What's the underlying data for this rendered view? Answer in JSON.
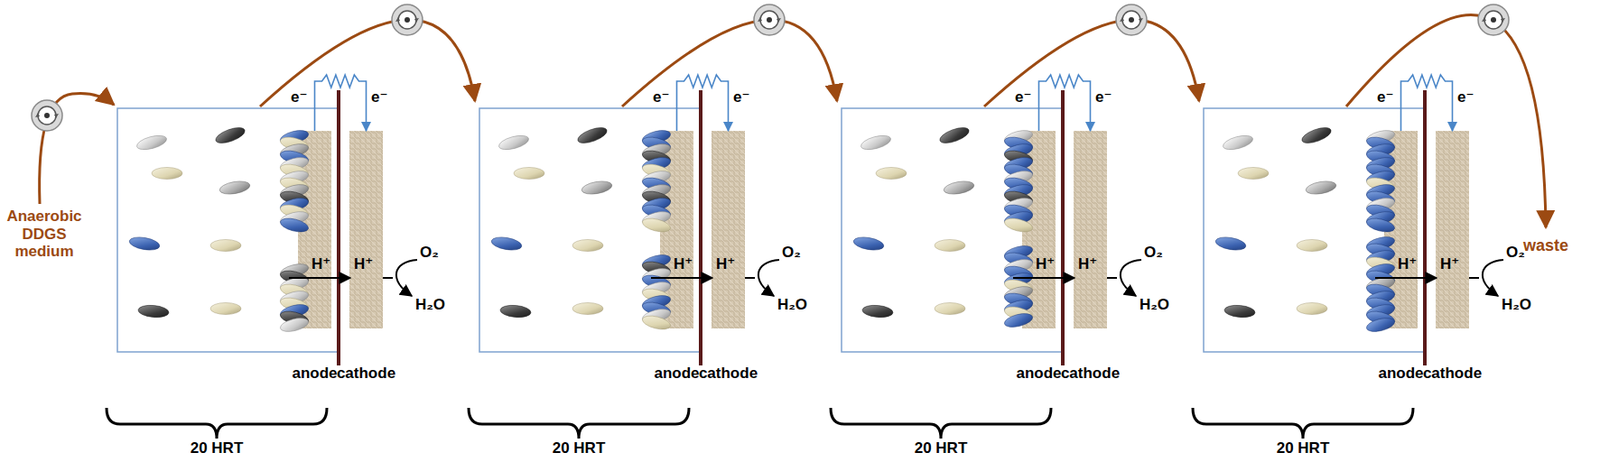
{
  "diagram": {
    "nodes": [
      {
        "text": [
          "anode"
        ]
      },
      {
        "text": [
          "cathode"
        ]
      },
      {
        "text": [
          "anode"
        ]
      },
      {
        "text": [
          "cathode"
        ]
      },
      {
        "text": [
          "anode"
        ]
      },
      {
        "text": [
          "cathode"
        ]
      },
      {
        "text": [
          "anode"
        ]
      },
      {
        "text": [
          "cathode"
        ]
      }
    ],
    "edges": [
      {
        "from": 0,
        "to": 1,
        "arrow": "to"
      },
      {
        "from": 2,
        "to": 3,
        "arrow": "to"
      },
      {
        "from": 4,
        "to": 5,
        "arrow": "to"
      },
      {
        "from": 6,
        "to": 7,
        "arrow": "to"
      }
    ],
    "labels": [
      "Anaerobic DDGS medium",
      "e⁻",
      "e⁻",
      "H⁺",
      "H⁺",
      "O₂",
      "H₂O",
      "20 HRT",
      "e⁻",
      "e⁻",
      "H⁺",
      "H⁺",
      "O₂",
      "H₂O",
      "20 HRT",
      "e⁻",
      "e⁻",
      "H⁺",
      "H⁺",
      "O₂",
      "H₂O",
      "20 HRT",
      "e⁻",
      "e⁻",
      "H⁺",
      "H⁺",
      "O₂",
      "H₂O",
      "20 HRT",
      "waste"
    ]
  }
}
